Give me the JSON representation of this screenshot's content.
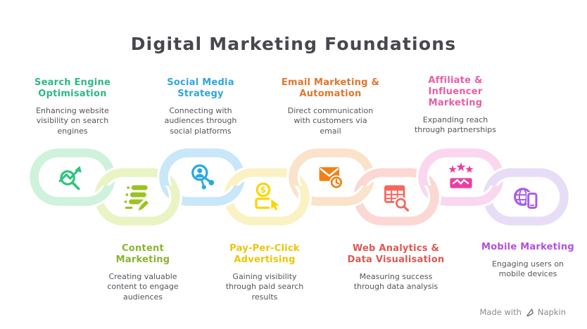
{
  "title": {
    "text": "Digital Marketing Foundations",
    "color": "#47474f"
  },
  "footer": {
    "made_with": "Made with",
    "brand": "Napkin"
  },
  "items": [
    {
      "name": "search-engine-optimisation",
      "heading": "Search Engine\nOptimisation",
      "description": "Enhancing website\nvisibility on search\nengines",
      "heading_color": "#2eb885",
      "icon": "seo-search-growth-icon",
      "icon_color": "#2fc57d",
      "ring_color": "#cef2dc"
    },
    {
      "name": "content-marketing",
      "heading": "Content\nMarketing",
      "description": "Creating valuable\ncontent to engage\naudiences",
      "heading_color": "#8ab52e",
      "icon": "content-stack-pencil-icon",
      "icon_color": "#9ac41f",
      "ring_color": "#e8f4c4"
    },
    {
      "name": "social-media-strategy",
      "heading": "Social Media\nStrategy",
      "description": "Connecting with\naudiences through\nsocial platforms",
      "heading_color": "#2fa6dc",
      "icon": "social-profile-share-icon",
      "icon_color": "#28a9e0",
      "ring_color": "#c8e7f8"
    },
    {
      "name": "pay-per-click-advertising",
      "heading": "Pay-Per-Click\nAdvertising",
      "description": "Gaining visibility\nthrough paid search\nresults",
      "heading_color": "#edc609",
      "icon": "ppc-coin-cursor-icon",
      "icon_color": "#fdd501",
      "ring_color": "#fbf2c4",
      "icon_glyph": "$"
    },
    {
      "name": "email-marketing-automation",
      "heading": "Email Marketing &\nAutomation",
      "description": "Direct communication\nwith customers via\nemail",
      "heading_color": "#e0762d",
      "icon": "email-clock-icon",
      "icon_color": "#ef8117",
      "ring_color": "#fae3ca"
    },
    {
      "name": "web-analytics-data-visualisation",
      "heading": "Web Analytics &\nData Visualisation",
      "description": "Measuring success\nthrough data analysis",
      "heading_color": "#e25750",
      "icon": "analytics-table-magnifier-icon",
      "icon_color": "#f3685e",
      "ring_color": "#fbd8d3"
    },
    {
      "name": "affiliate-influencer-marketing",
      "heading": "Affiliate &\nInfluencer\nMarketing",
      "description": "Expanding reach\nthrough partnerships",
      "heading_color": "#ec5ca4",
      "icon": "affiliate-stars-handshake-icon",
      "icon_color": "#ee3c9f",
      "ring_color": "#fad7ee"
    },
    {
      "name": "mobile-marketing",
      "heading": "Mobile Marketing",
      "description": "Engaging users on\nmobile devices",
      "heading_color": "#b44fde",
      "icon": "mobile-globe-phone-icon",
      "icon_color": "#a55cec",
      "ring_color": "#e8ddf7"
    }
  ]
}
